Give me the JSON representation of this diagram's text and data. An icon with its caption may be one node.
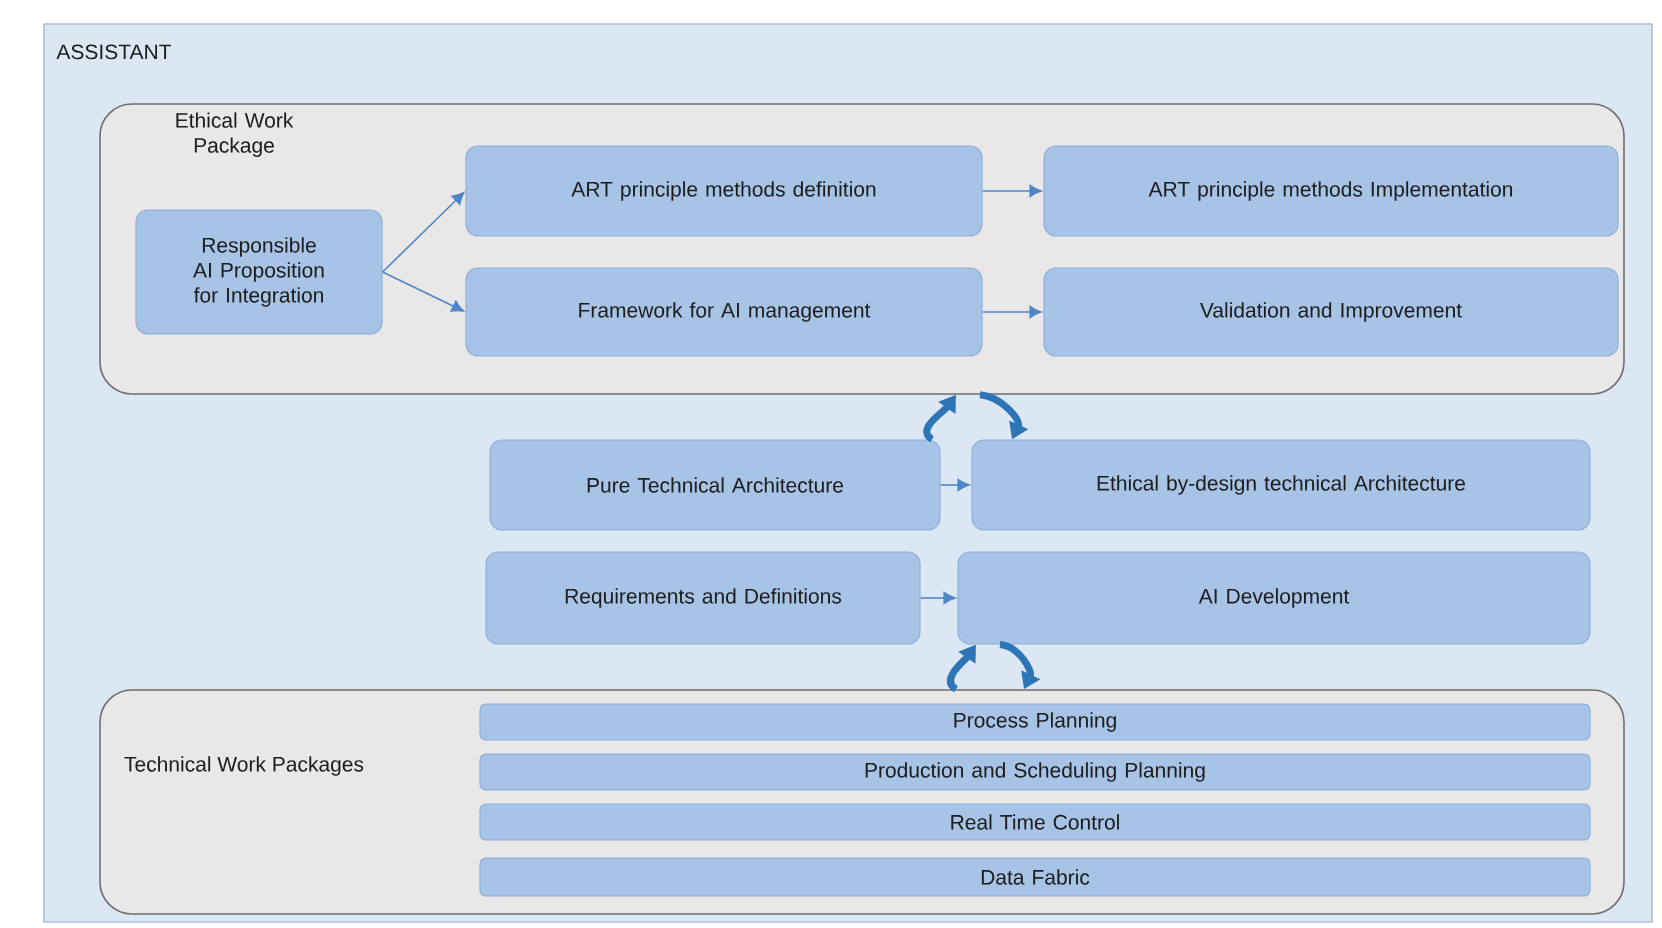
{
  "diagram": {
    "nodes": [
      {
        "text": [
          "ASSISTANT"
        ]
      },
      {
        "text": [
          "Ethical Work Package"
        ],
        "in": 0
      },
      {
        "text": [
          "Responsible AI Proposition for Integration"
        ],
        "in": 1
      },
      {
        "text": [
          "ART principle methods definition"
        ],
        "in": 1
      },
      {
        "text": [
          "ART principle methods Implementation"
        ],
        "in": 1
      },
      {
        "text": [
          "Framework for AI management"
        ],
        "in": 1
      },
      {
        "text": [
          "Validation and Improvement"
        ],
        "in": 1
      },
      {
        "text": [
          "Pure Technical Architecture"
        ],
        "in": 0
      },
      {
        "text": [
          "Ethical by-design technical Architecture"
        ],
        "in": 0
      },
      {
        "text": [
          "Requirements and Definitions"
        ],
        "in": 0
      },
      {
        "text": [
          "AI Development"
        ],
        "in": 0
      },
      {
        "text": [
          "Technical Work Packages"
        ],
        "in": 0
      },
      {
        "text": [
          "Process Planning"
        ],
        "in": 11
      },
      {
        "text": [
          "Production and Scheduling Planning"
        ],
        "in": 11
      },
      {
        "text": [
          "Real Time Control"
        ],
        "in": 11
      },
      {
        "text": [
          "Data Fabric"
        ],
        "in": 11
      }
    ],
    "edges": [
      {
        "from": 2,
        "to": 3,
        "arrow": "to"
      },
      {
        "from": 2,
        "to": 5,
        "arrow": "to"
      },
      {
        "from": 3,
        "to": 4,
        "arrow": "to"
      },
      {
        "from": 5,
        "to": 6,
        "arrow": "to"
      },
      {
        "from": 7,
        "to": 8,
        "arrow": "to"
      },
      {
        "from": 9,
        "to": 10,
        "arrow": "to"
      },
      {
        "from": 7,
        "to": 1,
        "arrow": "to",
        "style": "thick",
        "color": "#2e75b6"
      },
      {
        "from": 1,
        "to": 8,
        "arrow": "to",
        "style": "thick",
        "color": "#2e75b6"
      },
      {
        "from": 11,
        "to": 10,
        "arrow": "to",
        "style": "thick",
        "color": "#2e75b6"
      },
      {
        "from": 10,
        "to": 11,
        "arrow": "to",
        "style": "thick",
        "color": "#2e75b6"
      }
    ]
  }
}
